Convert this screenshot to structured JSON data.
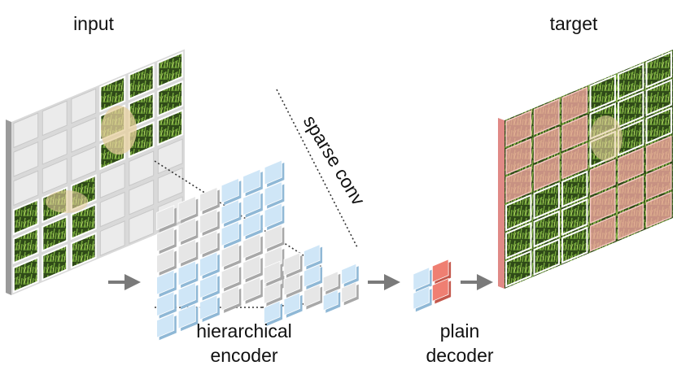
{
  "labels": {
    "input": "input",
    "target": "target",
    "sparse_conv": "sparse conv",
    "encoder_line1": "hierarchical",
    "encoder_line2": "encoder",
    "decoder_line1": "plain",
    "decoder_line2": "decoder"
  },
  "colors": {
    "visible_cell": "#cfe6f7",
    "masked_cell": "#e6e6e6",
    "decoder_masked": "#ef7f72",
    "target_overlay": "#f2a5a0",
    "arrow": "#7a7a7a",
    "grass_dark": "#243a14",
    "grass_light": "#5f8d2e",
    "dog_fur": "#e6cf9e"
  },
  "icons": [
    "arrow-right-icon"
  ],
  "input_grid": {
    "rows": 6,
    "cols": 6,
    "visible_quadrants": [
      "top-right",
      "bottom-left"
    ]
  },
  "encoder_stages": [
    {
      "grid": 6
    },
    {
      "grid": 3
    },
    {
      "grid": 2
    }
  ],
  "decoder_grid": {
    "cells": [
      "visible",
      "masked",
      "visible",
      "masked"
    ]
  }
}
